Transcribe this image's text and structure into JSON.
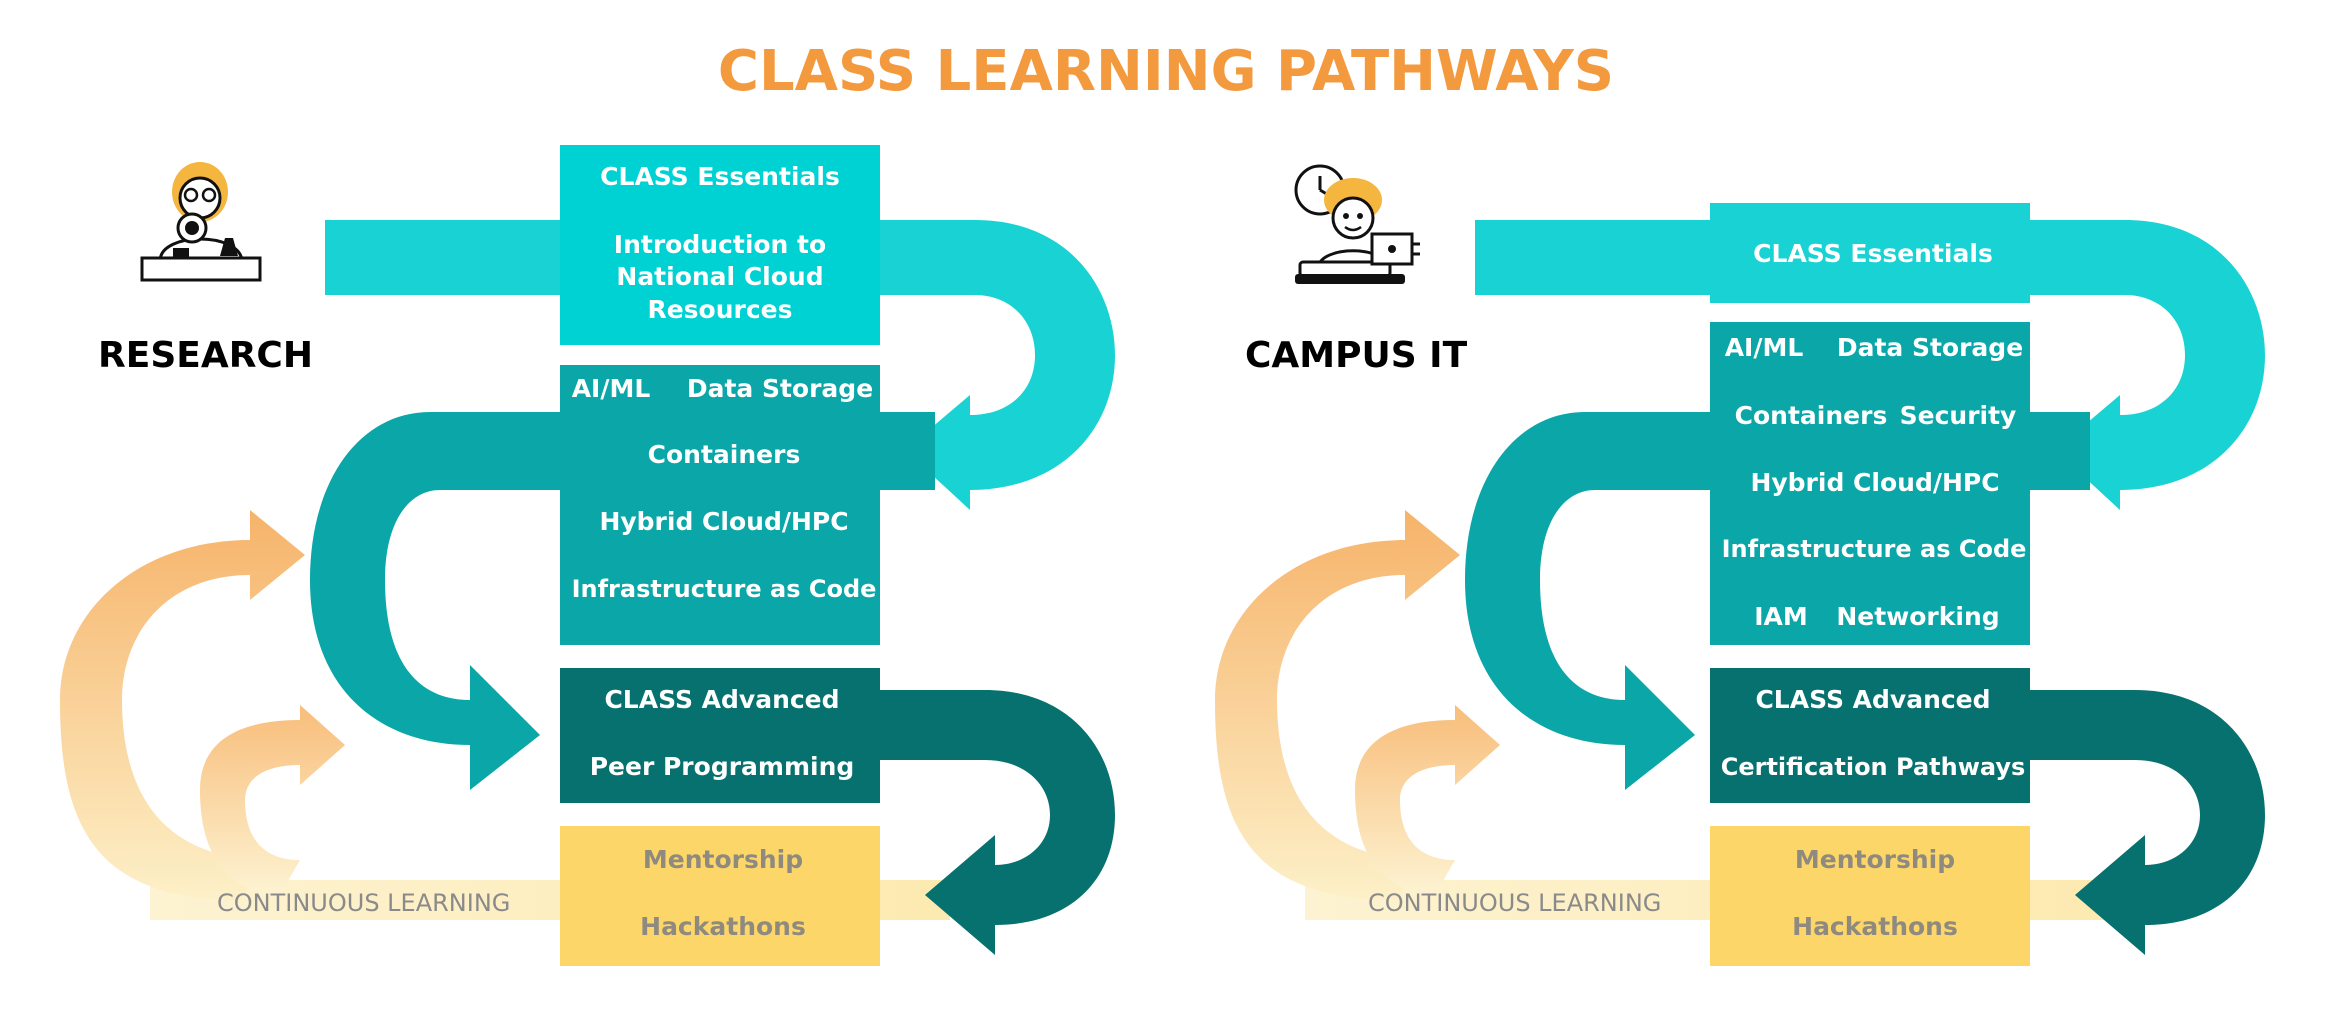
{
  "title": "CLASS LEARNING PATHWAYS",
  "colors": {
    "title": "#f39a3e",
    "essentials": "#18d2d4",
    "core": "#0aa6a8",
    "advanced": "#07716f",
    "continuous": "#fdd669",
    "orange_arrow": "#f6b36a"
  },
  "research": {
    "audience": "RESEARCH",
    "icon": "researcher-with-microscope-icon",
    "essentials": [
      "CLASS Essentials",
      "Introduction to",
      "National Cloud",
      "Resources"
    ],
    "core_row1": [
      "AI/ML",
      "Data Storage"
    ],
    "core_rows": [
      "Containers",
      "Hybrid Cloud/HPC",
      "Infrastructure as Code"
    ],
    "advanced": [
      "CLASS Advanced",
      "Peer Programming"
    ],
    "continuous": [
      "Mentorship",
      "Hackathons"
    ],
    "continuous_label": "CONTINUOUS LEARNING"
  },
  "campus": {
    "audience": "CAMPUS IT",
    "icon": "it-worker-with-laptop-icon",
    "essentials": [
      "CLASS Essentials"
    ],
    "core_rows": [
      [
        "AI/ML",
        "Data Storage"
      ],
      [
        "Containers",
        "Security"
      ],
      [
        "Hybrid Cloud/HPC"
      ],
      [
        "Infrastructure as Code"
      ],
      [
        "IAM",
        "Networking"
      ]
    ],
    "advanced": [
      "CLASS Advanced",
      "Certification Pathways"
    ],
    "continuous": [
      "Mentorship",
      "Hackathons"
    ],
    "continuous_label": "CONTINUOUS LEARNING"
  }
}
